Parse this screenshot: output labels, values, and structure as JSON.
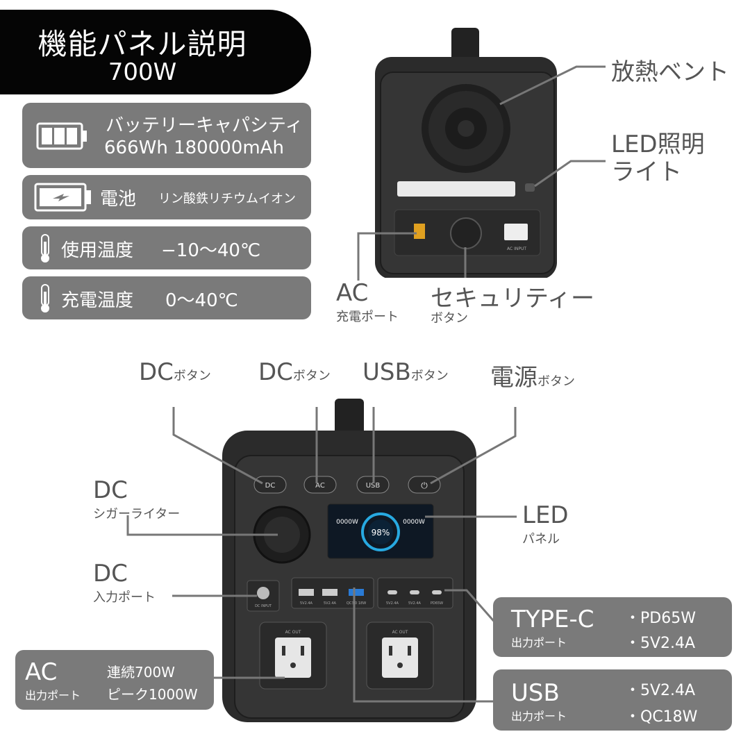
{
  "header": {
    "title": "機能パネル説明",
    "subtitle": "700W"
  },
  "specs": [
    {
      "icon": "battery-icon",
      "label": "バッテリーキャパシティ",
      "value": "666Wh 180000mAh"
    },
    {
      "icon": "battery-charge-icon",
      "label": "電池",
      "value": "リン酸鉄リチウムイオン"
    },
    {
      "icon": "thermometer-icon",
      "label": "使用温度",
      "value": "−10〜40℃"
    },
    {
      "icon": "thermometer-icon",
      "label": "充電温度",
      "value": "0〜40℃"
    }
  ],
  "back_callouts": {
    "vent": "放熱ベント",
    "led_light_1": "LED照明",
    "led_light_2": "ライト",
    "ac_charge_main": "AC",
    "ac_charge_sub": "充電ポート",
    "security_main": "セキュリティー",
    "security_sub": "ボタン"
  },
  "top_buttons": [
    {
      "main": "DC",
      "sub": "ボタン"
    },
    {
      "main": "DC",
      "sub": "ボタン"
    },
    {
      "main": "USB",
      "sub": "ボタン"
    },
    {
      "main": "電源",
      "sub": "ボタン"
    }
  ],
  "front_callouts": {
    "cigar_main": "DC",
    "cigar_sub": "シガーライター",
    "dc_input_main": "DC",
    "dc_input_sub": "入力ポート",
    "led_panel_main": "LED",
    "led_panel_sub": "パネル"
  },
  "device_labels": {
    "btn_dc": "DC",
    "btn_ac": "AC",
    "btn_usb": "USB",
    "btn_power": "⏻",
    "display_left": "0000W",
    "display_right": "0000W",
    "display_percent": "98%",
    "usb_a1": "5V2.4A",
    "usb_a2": "5V2.4A",
    "usb_qc": "QC3.0 18W",
    "usb_c1": "5V2.4A",
    "usb_c2": "5V2.4A",
    "usb_c3": "PD65W",
    "dc_input": "DC INPUT",
    "ac_out_1": "AC OUT",
    "ac_out_2": "AC OUT",
    "ac_input": "AC INPUT"
  },
  "type_c_box": {
    "title": "TYPE-C",
    "sub": "出力ポート",
    "spec1": "・PD65W",
    "spec2": "・5V2.4A"
  },
  "ac_out_box": {
    "title": "AC",
    "sub": "出力ポート",
    "spec1": "連続700W",
    "spec2": "ピーク1000W"
  },
  "usb_box": {
    "title": "USB",
    "sub": "出力ポート",
    "spec1": "・5V2.4A",
    "spec2": "・QC18W"
  }
}
